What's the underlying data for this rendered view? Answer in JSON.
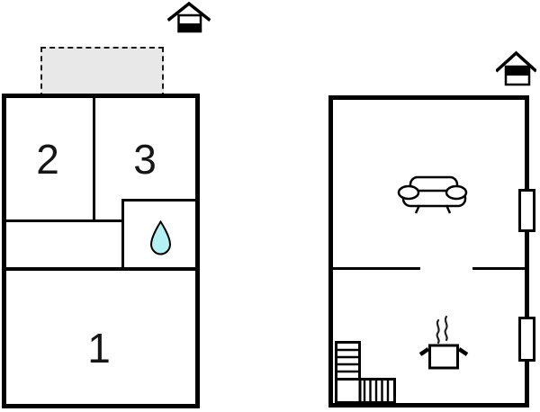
{
  "palette": {
    "background": "#ffffff",
    "wall": "#000000",
    "terrace_fill": "#e8e8e8",
    "water_drop_fill": "#b5f0f2"
  },
  "ground_floor": {
    "rooms": {
      "room1": {
        "label": "1"
      },
      "room2": {
        "label": "2"
      },
      "room3": {
        "label": "3"
      }
    },
    "terrace": {
      "style": "dashed-outline",
      "fill": "#e8e8e8"
    },
    "bathroom": {
      "icon": "water-drop-icon"
    },
    "level_icon": {
      "name": "house-level-icon",
      "highlighted_level": "lower"
    }
  },
  "upper_floor": {
    "furniture": {
      "sofa": "sofa-icon",
      "cooking_pot": "cooking-pot-icon",
      "staircase": "staircase-icon"
    },
    "windows": 2,
    "level_icon": {
      "name": "house-level-icon",
      "highlighted_level": "upper"
    }
  }
}
